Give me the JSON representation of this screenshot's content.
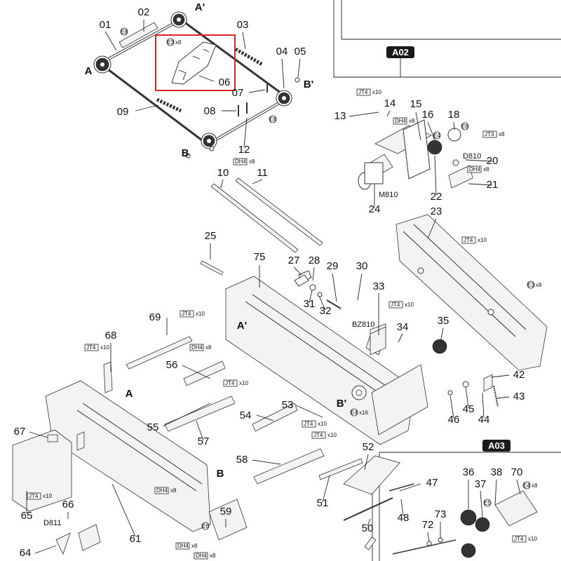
{
  "diagram": {
    "sections": [
      {
        "id": "A02"
      },
      {
        "id": "A03"
      }
    ],
    "part_numbers": [
      {
        "key": "p01",
        "label": "01"
      },
      {
        "key": "p02",
        "label": "02"
      },
      {
        "key": "p03",
        "label": "03"
      },
      {
        "key": "p04",
        "label": "04"
      },
      {
        "key": "p05",
        "label": "05"
      },
      {
        "key": "p06",
        "label": "06"
      },
      {
        "key": "p07",
        "label": "07"
      },
      {
        "key": "p08",
        "label": "08"
      },
      {
        "key": "p09",
        "label": "09"
      },
      {
        "key": "p10",
        "label": "10"
      },
      {
        "key": "p11",
        "label": "11"
      },
      {
        "key": "p12",
        "label": "12"
      },
      {
        "key": "p13",
        "label": "13"
      },
      {
        "key": "p14",
        "label": "14"
      },
      {
        "key": "p15",
        "label": "15"
      },
      {
        "key": "p16",
        "label": "16"
      },
      {
        "key": "p18",
        "label": "18"
      },
      {
        "key": "p20",
        "label": "20"
      },
      {
        "key": "p21",
        "label": "21"
      },
      {
        "key": "p22",
        "label": "22"
      },
      {
        "key": "p23",
        "label": "23"
      },
      {
        "key": "p24",
        "label": "24"
      },
      {
        "key": "p25",
        "label": "25"
      },
      {
        "key": "p27",
        "label": "27"
      },
      {
        "key": "p28",
        "label": "28"
      },
      {
        "key": "p29",
        "label": "29"
      },
      {
        "key": "p30",
        "label": "30"
      },
      {
        "key": "p31",
        "label": "31"
      },
      {
        "key": "p32",
        "label": "32"
      },
      {
        "key": "p33",
        "label": "33"
      },
      {
        "key": "p34",
        "label": "34"
      },
      {
        "key": "p35",
        "label": "35"
      },
      {
        "key": "p36",
        "label": "36"
      },
      {
        "key": "p37",
        "label": "37"
      },
      {
        "key": "p38",
        "label": "38"
      },
      {
        "key": "p42",
        "label": "42"
      },
      {
        "key": "p43",
        "label": "43"
      },
      {
        "key": "p44",
        "label": "44"
      },
      {
        "key": "p45",
        "label": "45"
      },
      {
        "key": "p46",
        "label": "46"
      },
      {
        "key": "p47",
        "label": "47"
      },
      {
        "key": "p48",
        "label": "48"
      },
      {
        "key": "p50",
        "label": "50"
      },
      {
        "key": "p51",
        "label": "51"
      },
      {
        "key": "p52",
        "label": "52"
      },
      {
        "key": "p53",
        "label": "53"
      },
      {
        "key": "p54",
        "label": "54"
      },
      {
        "key": "p55",
        "label": "55"
      },
      {
        "key": "p56",
        "label": "56"
      },
      {
        "key": "p57",
        "label": "57"
      },
      {
        "key": "p58",
        "label": "58"
      },
      {
        "key": "p59",
        "label": "59"
      },
      {
        "key": "p61",
        "label": "61"
      },
      {
        "key": "p64",
        "label": "64"
      },
      {
        "key": "p65",
        "label": "65"
      },
      {
        "key": "p66",
        "label": "66"
      },
      {
        "key": "p67",
        "label": "67"
      },
      {
        "key": "p68",
        "label": "68"
      },
      {
        "key": "p69",
        "label": "69"
      },
      {
        "key": "p70",
        "label": "70"
      },
      {
        "key": "p72",
        "label": "72"
      },
      {
        "key": "p73",
        "label": "73"
      },
      {
        "key": "p75",
        "label": "75"
      }
    ],
    "ref_letters": [
      {
        "key": "A_top",
        "label": "A"
      },
      {
        "key": "Ap_top",
        "label": "A'"
      },
      {
        "key": "B_top",
        "label": "B"
      },
      {
        "key": "Bp_top",
        "label": "B'"
      },
      {
        "key": "Ap_mid",
        "label": "A'"
      },
      {
        "key": "Bp_mid",
        "label": "B'"
      },
      {
        "key": "A_low",
        "label": "A"
      },
      {
        "key": "B_low",
        "label": "B"
      }
    ],
    "component_codes": [
      {
        "key": "m810",
        "label": "M810"
      },
      {
        "key": "d810",
        "label": "D810"
      },
      {
        "key": "bz810",
        "label": "BZ810"
      },
      {
        "key": "d811",
        "label": "D811"
      }
    ],
    "screw_tags": [
      {
        "key": "t_e8_a",
        "label": "E8"
      },
      {
        "key": "t_e3_x8_a",
        "label": "E3",
        "qty": "x8"
      },
      {
        "key": "t_e8_b",
        "label": "E8"
      },
      {
        "key": "t_jt4_x10_a",
        "label": "JT4",
        "qty": "x10"
      },
      {
        "key": "t_dh4_x8_a",
        "label": "DH4",
        "qty": "x8"
      },
      {
        "key": "t_e4",
        "label": "E4"
      },
      {
        "key": "t_e6_a",
        "label": "E6"
      },
      {
        "key": "t_jt3_x8",
        "label": "JT3",
        "qty": "x8"
      },
      {
        "key": "t_dh4_x8_b",
        "label": "DH4",
        "qty": "x8"
      },
      {
        "key": "t_dh4_x8_c",
        "label": "DH4",
        "qty": "x8"
      },
      {
        "key": "t_jt4_x10_b",
        "label": "JT4",
        "qty": "x10"
      },
      {
        "key": "t_e3_x8_b",
        "label": "E3",
        "qty": "x8"
      },
      {
        "key": "t_jt4_x10_c",
        "label": "JT4",
        "qty": "x10"
      },
      {
        "key": "t_jt4_x10_d",
        "label": "JT4",
        "qty": "x10"
      },
      {
        "key": "t_jt4_x10_e",
        "label": "JT4",
        "qty": "x10"
      },
      {
        "key": "t_dh4_x8_d",
        "label": "DH4",
        "qty": "x8"
      },
      {
        "key": "t_jt4_x10_f",
        "label": "JT4",
        "qty": "x10"
      },
      {
        "key": "t_e4_x16",
        "label": "E4",
        "qty": "x16"
      },
      {
        "key": "t_jt4_x10_g",
        "label": "JT4",
        "qty": "x10"
      },
      {
        "key": "t_jt4_x10_h",
        "label": "JT4",
        "qty": "x10"
      },
      {
        "key": "t_e4_x8",
        "label": "E4",
        "qty": "x8"
      },
      {
        "key": "t_e5",
        "label": "E5"
      },
      {
        "key": "t_jt4_x10_i",
        "label": "JT4",
        "qty": "x10"
      },
      {
        "key": "t_dh4_x8_e",
        "label": "DH4",
        "qty": "x8"
      },
      {
        "key": "t_jt4_x10_j",
        "label": "JT4",
        "qty": "x10"
      },
      {
        "key": "t_e6_b",
        "label": "E6"
      },
      {
        "key": "t_dh4_x8_f",
        "label": "DH4",
        "qty": "x8"
      },
      {
        "key": "t_dh4_x8_g",
        "label": "DH4",
        "qty": "x8"
      }
    ],
    "highlight_color": "#d9262a",
    "section_fill": "#1a1a1a"
  }
}
